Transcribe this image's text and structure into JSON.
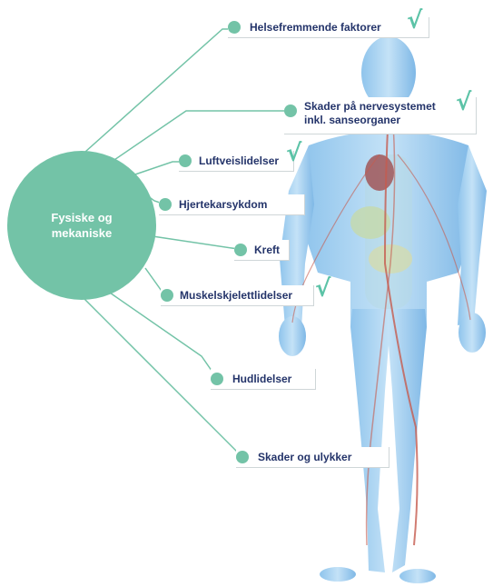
{
  "center": {
    "label_line1": "Fysiske og",
    "label_line2": "mekaniske"
  },
  "items": [
    {
      "label": "Helsefremmende faktorer",
      "checked": true
    },
    {
      "label_line1": "Skader på nervesystemet",
      "label_line2": "inkl. sanseorganer",
      "checked": true
    },
    {
      "label": "Luftveislidelser",
      "checked": true
    },
    {
      "label": "Hjertekarsykdom",
      "checked": false
    },
    {
      "label": "Kreft",
      "checked": false
    },
    {
      "label": "Muskelskjelettlidelser",
      "checked": true
    },
    {
      "label": "Hudlidelser",
      "checked": false
    },
    {
      "label": "Skader og ulykker",
      "checked": false
    }
  ],
  "check_glyph": "√",
  "colors": {
    "accent": "#73c3a7",
    "text": "#24346a",
    "body_figure": "#a9d3f1"
  }
}
